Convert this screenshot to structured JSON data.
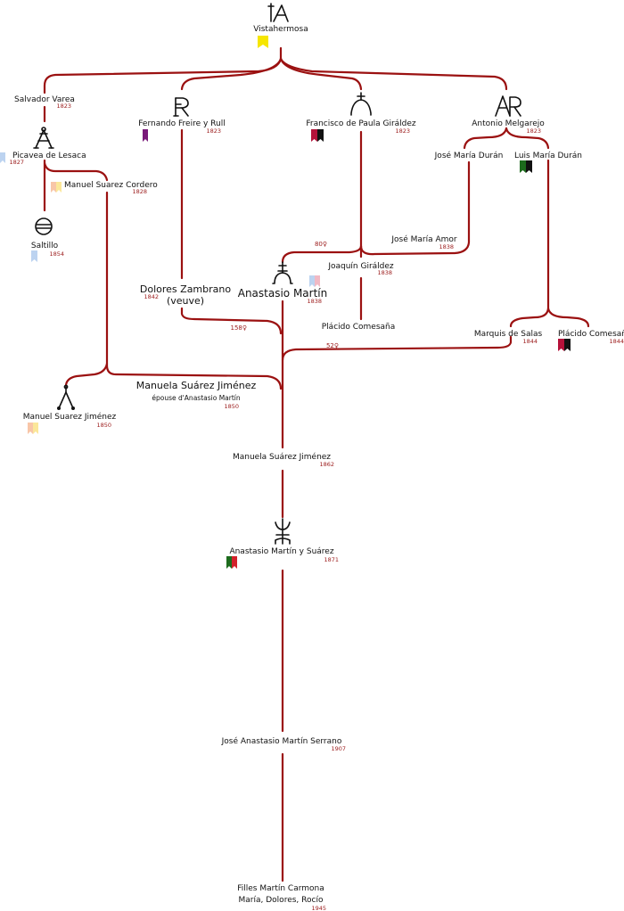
{
  "colors": {
    "line": "#9b1111",
    "year": "#9b1a1a",
    "yellow": "#f6e600",
    "purple": "#7a1a7a",
    "crimson": "#b5123a",
    "black": "#111111",
    "green": "#1d6b1d",
    "red": "#d3212b",
    "lightblue": "#bcd3f0",
    "peach": "#f8c6a8",
    "paleyellow": "#fbe79a",
    "pink": "#f1b9c4"
  },
  "nodes": {
    "vistahermosa": {
      "name": "Vistahermosa",
      "brand": "vistahermosa-brand-icon",
      "flag": "yellow-flag-icon"
    },
    "salvador": {
      "name": "Salvador Varea",
      "year": "1823"
    },
    "fernando": {
      "name": "Fernando Freire y Rull",
      "year": "1823",
      "brand": "fr-brand-icon",
      "flag": "purple-flag-icon"
    },
    "francisco": {
      "name": "Francisco de Paula Giráldez",
      "year": "1823",
      "brand": "arch-cross-brand-icon",
      "flag": "pink-black-flag-icon"
    },
    "antonio": {
      "name": "Antonio Melgarejo",
      "year": "1823",
      "brand": "ar-brand-icon"
    },
    "picavea": {
      "name": "Picavea de Lesaca",
      "year": "1827",
      "brand": "picavea-brand-icon",
      "flag": "lightblue-flag-icon"
    },
    "jose_duran": {
      "name": "José María Durán"
    },
    "luis_duran": {
      "name": "Luis María Durán",
      "flag": "green-black-flag-icon"
    },
    "cordero": {
      "name": "Manuel Suarez Cordero",
      "year": "1828",
      "flag": "peach-yellow-flag-icon"
    },
    "saltillo": {
      "name": "Saltillo",
      "year": "1854",
      "brand": "circle-bar-brand-icon",
      "flag": "lightblue-flag-icon"
    },
    "jose_amor": {
      "name": "José María Amor",
      "year": "1838"
    },
    "joaquin": {
      "name": "Joaquín Giráldez",
      "year": "1838"
    },
    "dolores": {
      "name_line1": "Dolores Zambrano",
      "name_line2": "(veuve)",
      "year": "1842"
    },
    "anastasio": {
      "name": "Anastasio Martín",
      "year": "1838",
      "brand": "cross-arch-brand-icon",
      "flag": "lightblue-pink-flag-icon"
    },
    "placido": {
      "name": "Plácido Comesaña"
    },
    "marques": {
      "name": "Marquis de Salas",
      "year": "1844"
    },
    "placido2": {
      "name": "Plácido Comesaña",
      "year": "1844",
      "flag": "crimson-black-flag-icon"
    },
    "manuela_epouse": {
      "name": "Manuela Suárez Jiménez",
      "subtitle": "épouse d'Anastasio Martín",
      "year": "1850"
    },
    "manuel_jimenez": {
      "name": "Manuel Suarez Jiménez",
      "year": "1850",
      "brand": "lambda-brand-icon",
      "flag": "peach-yellow-flag-icon"
    },
    "manuela": {
      "name": "Manuela Suárez Jiménez",
      "year": "1862"
    },
    "anastasio_suarez": {
      "name": "Anastasio Martín y Suárez",
      "year": "1871",
      "brand": "trident-brand-icon",
      "flag": "green-red-flag-icon"
    },
    "jose_anastasio": {
      "name": "José Anastasio Martín Serrano",
      "year": "1907"
    },
    "filles": {
      "name_line1": "Filles Martín Carmona",
      "name_line2": "María, Dolores, Rocío",
      "year": "1945"
    }
  },
  "counts": {
    "c80": "80♀",
    "c158": "158♀",
    "c52": "52♀"
  }
}
